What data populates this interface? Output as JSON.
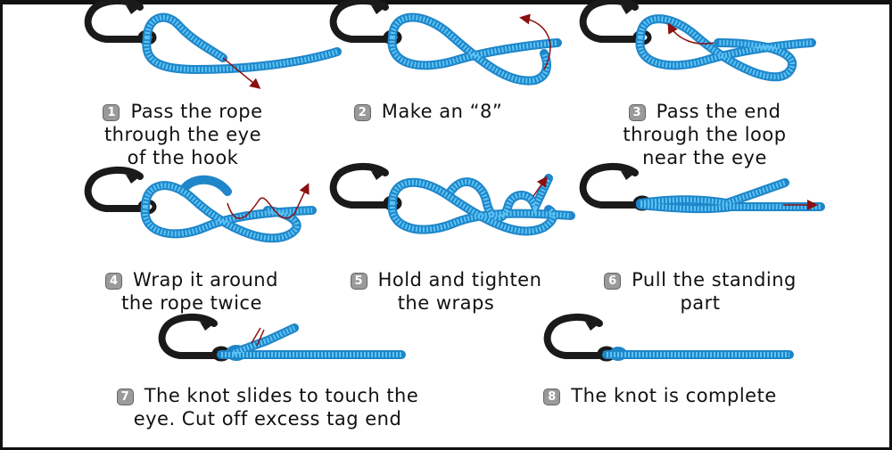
{
  "title": "",
  "colors": {
    "rope": "#1f86c9",
    "rope_highlight": "#5cc4f5",
    "hook": "#1a1a1a",
    "arrow": "#8b1010",
    "badge": "#9a9a9a"
  },
  "steps": [
    {
      "number": "1",
      "lines": [
        "Pass the rope",
        "through the eye",
        "of the hook"
      ]
    },
    {
      "number": "2",
      "lines": [
        "Make an “8”"
      ]
    },
    {
      "number": "3",
      "lines": [
        "Pass the end",
        "through the loop",
        "near the eye"
      ]
    },
    {
      "number": "4",
      "lines": [
        "Wrap it around",
        "the rope twice"
      ]
    },
    {
      "number": "5",
      "lines": [
        "Hold and tighten",
        "the wraps"
      ]
    },
    {
      "number": "6",
      "lines": [
        "Pull the standing",
        "part"
      ]
    },
    {
      "number": "7",
      "lines": [
        "The knot slides to touch the",
        "eye. Cut off excess tag end"
      ]
    },
    {
      "number": "8",
      "lines": [
        "The knot is complete"
      ]
    }
  ]
}
